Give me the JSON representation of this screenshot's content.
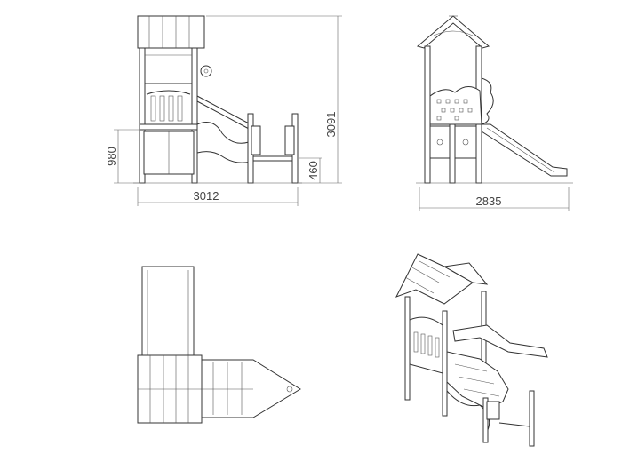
{
  "dimensions": {
    "side_height": "3091",
    "side_floor_height": "980",
    "side_step_height": "460",
    "side_length": "3012",
    "front_width": "2835"
  }
}
